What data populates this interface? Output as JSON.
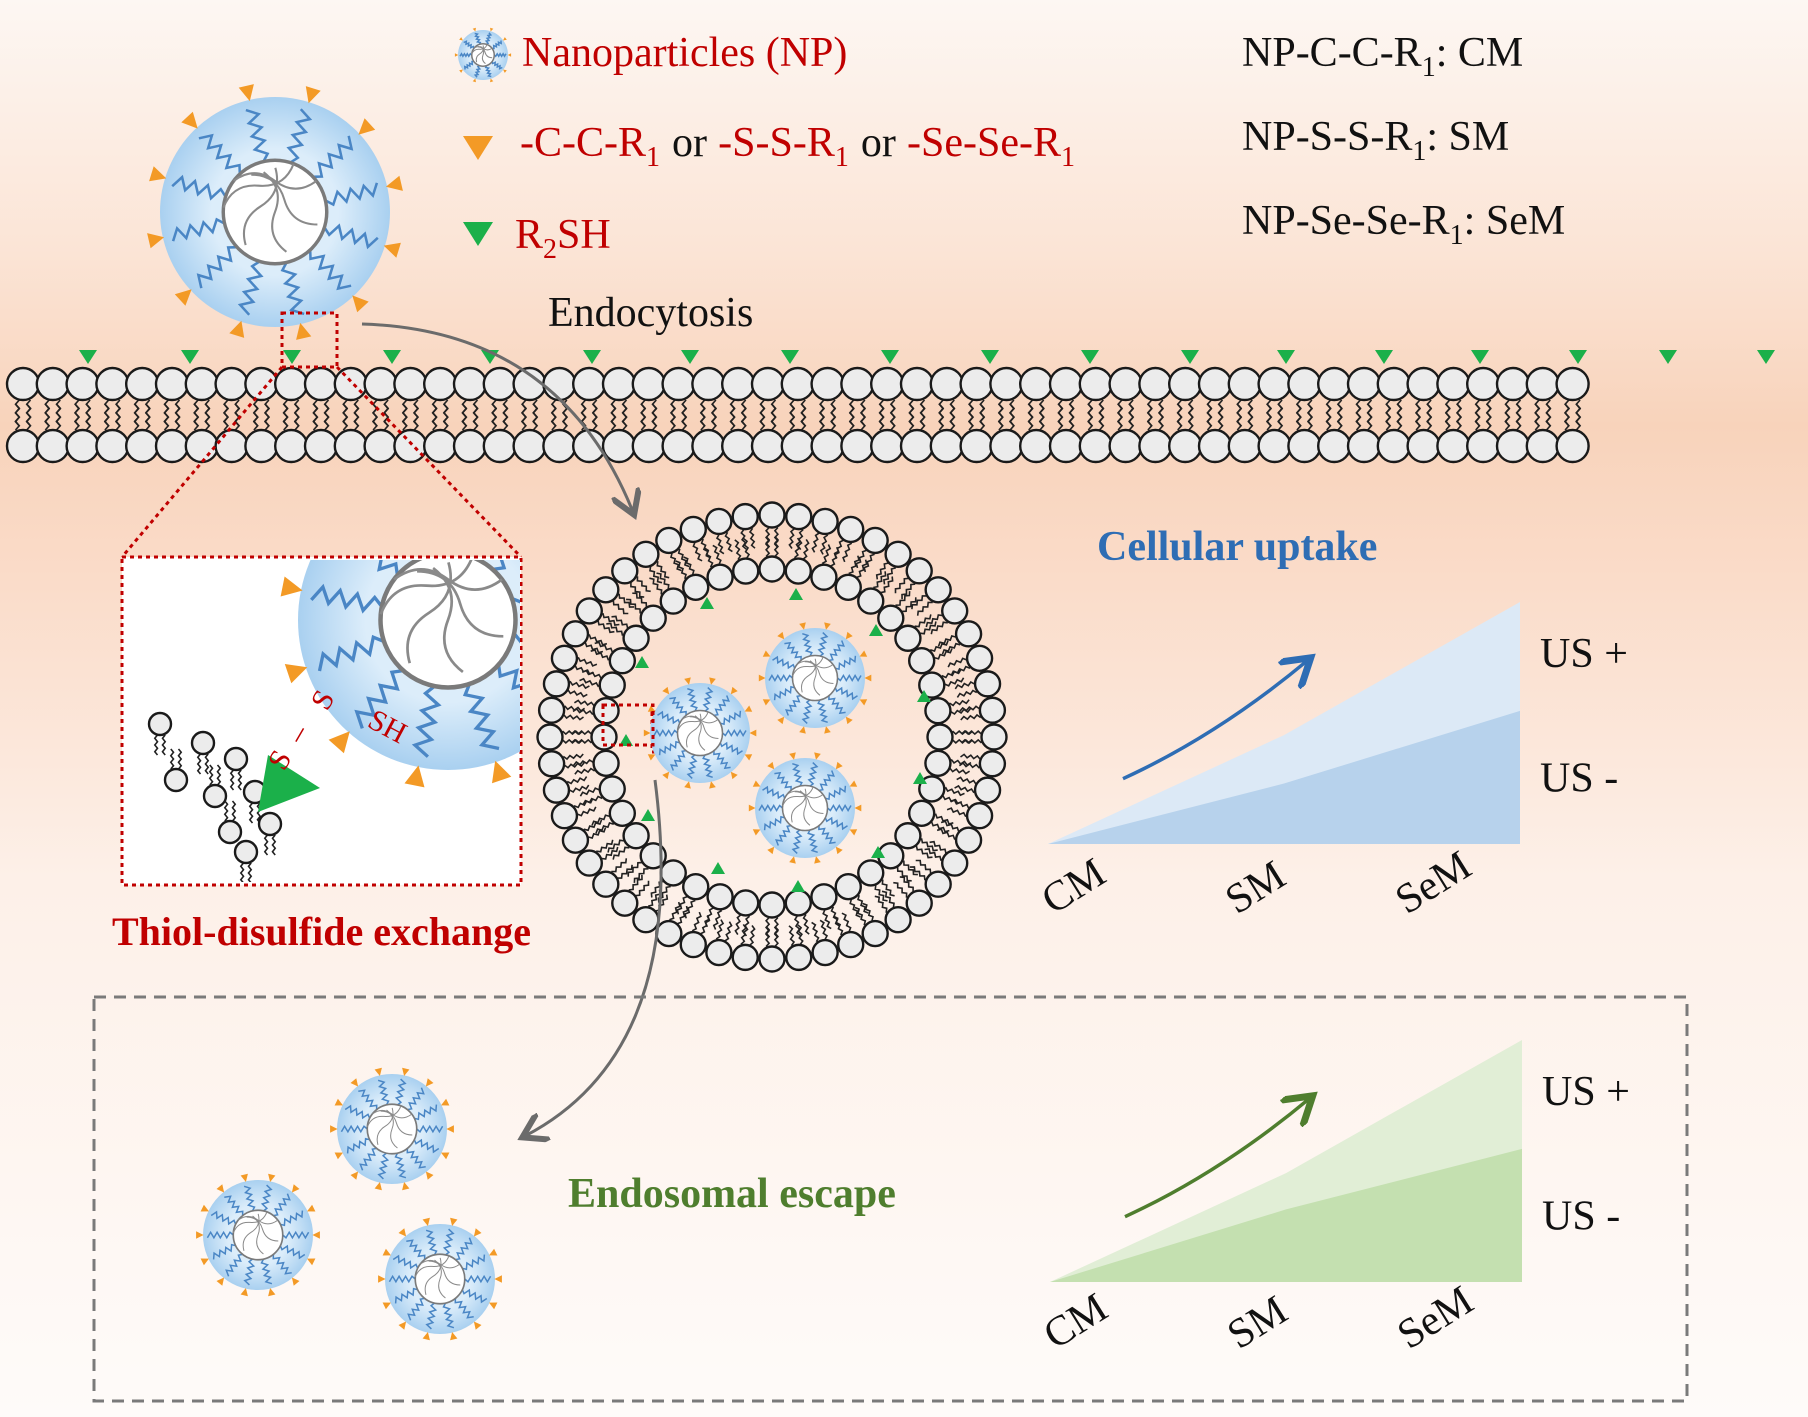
{
  "legend": {
    "nanoparticles": "Nanoparticles (NP)",
    "linker_cc": "-C-C-R",
    "linker_cc_sub": "1",
    "linker_or": "or",
    "linker_ss": "-S-S-R",
    "linker_ss_sub": "1",
    "linker_sese": "-Se-Se-R",
    "linker_sese_sub": "1",
    "r2sh_r": "R",
    "r2sh_sub": "2",
    "r2sh_sh": "SH"
  },
  "definitions": [
    {
      "prefix": "NP-C-C-R",
      "sub": "1",
      "suffix": ": CM"
    },
    {
      "prefix": "NP-S-S-R",
      "sub": "1",
      "suffix": ": SM"
    },
    {
      "prefix": "NP-Se-Se-R",
      "sub": "1",
      "suffix": ": SeM"
    }
  ],
  "labels": {
    "endocytosis": "Endocytosis",
    "thiol_exchange": "Thiol-disulfide exchange",
    "zoom_s_top": "S",
    "zoom_s_bottom": "S",
    "zoom_dash": "–",
    "zoom_sh": "SH"
  },
  "colors": {
    "background_top": "#fdf6f2",
    "background_band": "#f9d9c4",
    "np_shell": "#bcdcf4",
    "ligand": "#4a86c5",
    "linker_orange": "#f39a26",
    "r2sh_green": "#1bb04a",
    "text_red": "#c00000",
    "uptake_blue": "#2e6db4",
    "escape_green": "#4f7e2e"
  },
  "chart_data": [
    {
      "type": "area",
      "title": "Cellular uptake",
      "categories": [
        "CM",
        "SM",
        "SeM"
      ],
      "series": [
        {
          "name": "US +",
          "values": [
            0,
            0.45,
            1.0
          ]
        },
        {
          "name": "US -",
          "values": [
            0,
            0.25,
            0.55
          ]
        }
      ]
    },
    {
      "type": "area",
      "title": "Endosomal escape",
      "categories": [
        "CM",
        "SM",
        "SeM"
      ],
      "series": [
        {
          "name": "US +",
          "values": [
            0,
            0.45,
            1.0
          ]
        },
        {
          "name": "US -",
          "values": [
            0,
            0.3,
            0.55
          ]
        }
      ]
    }
  ]
}
